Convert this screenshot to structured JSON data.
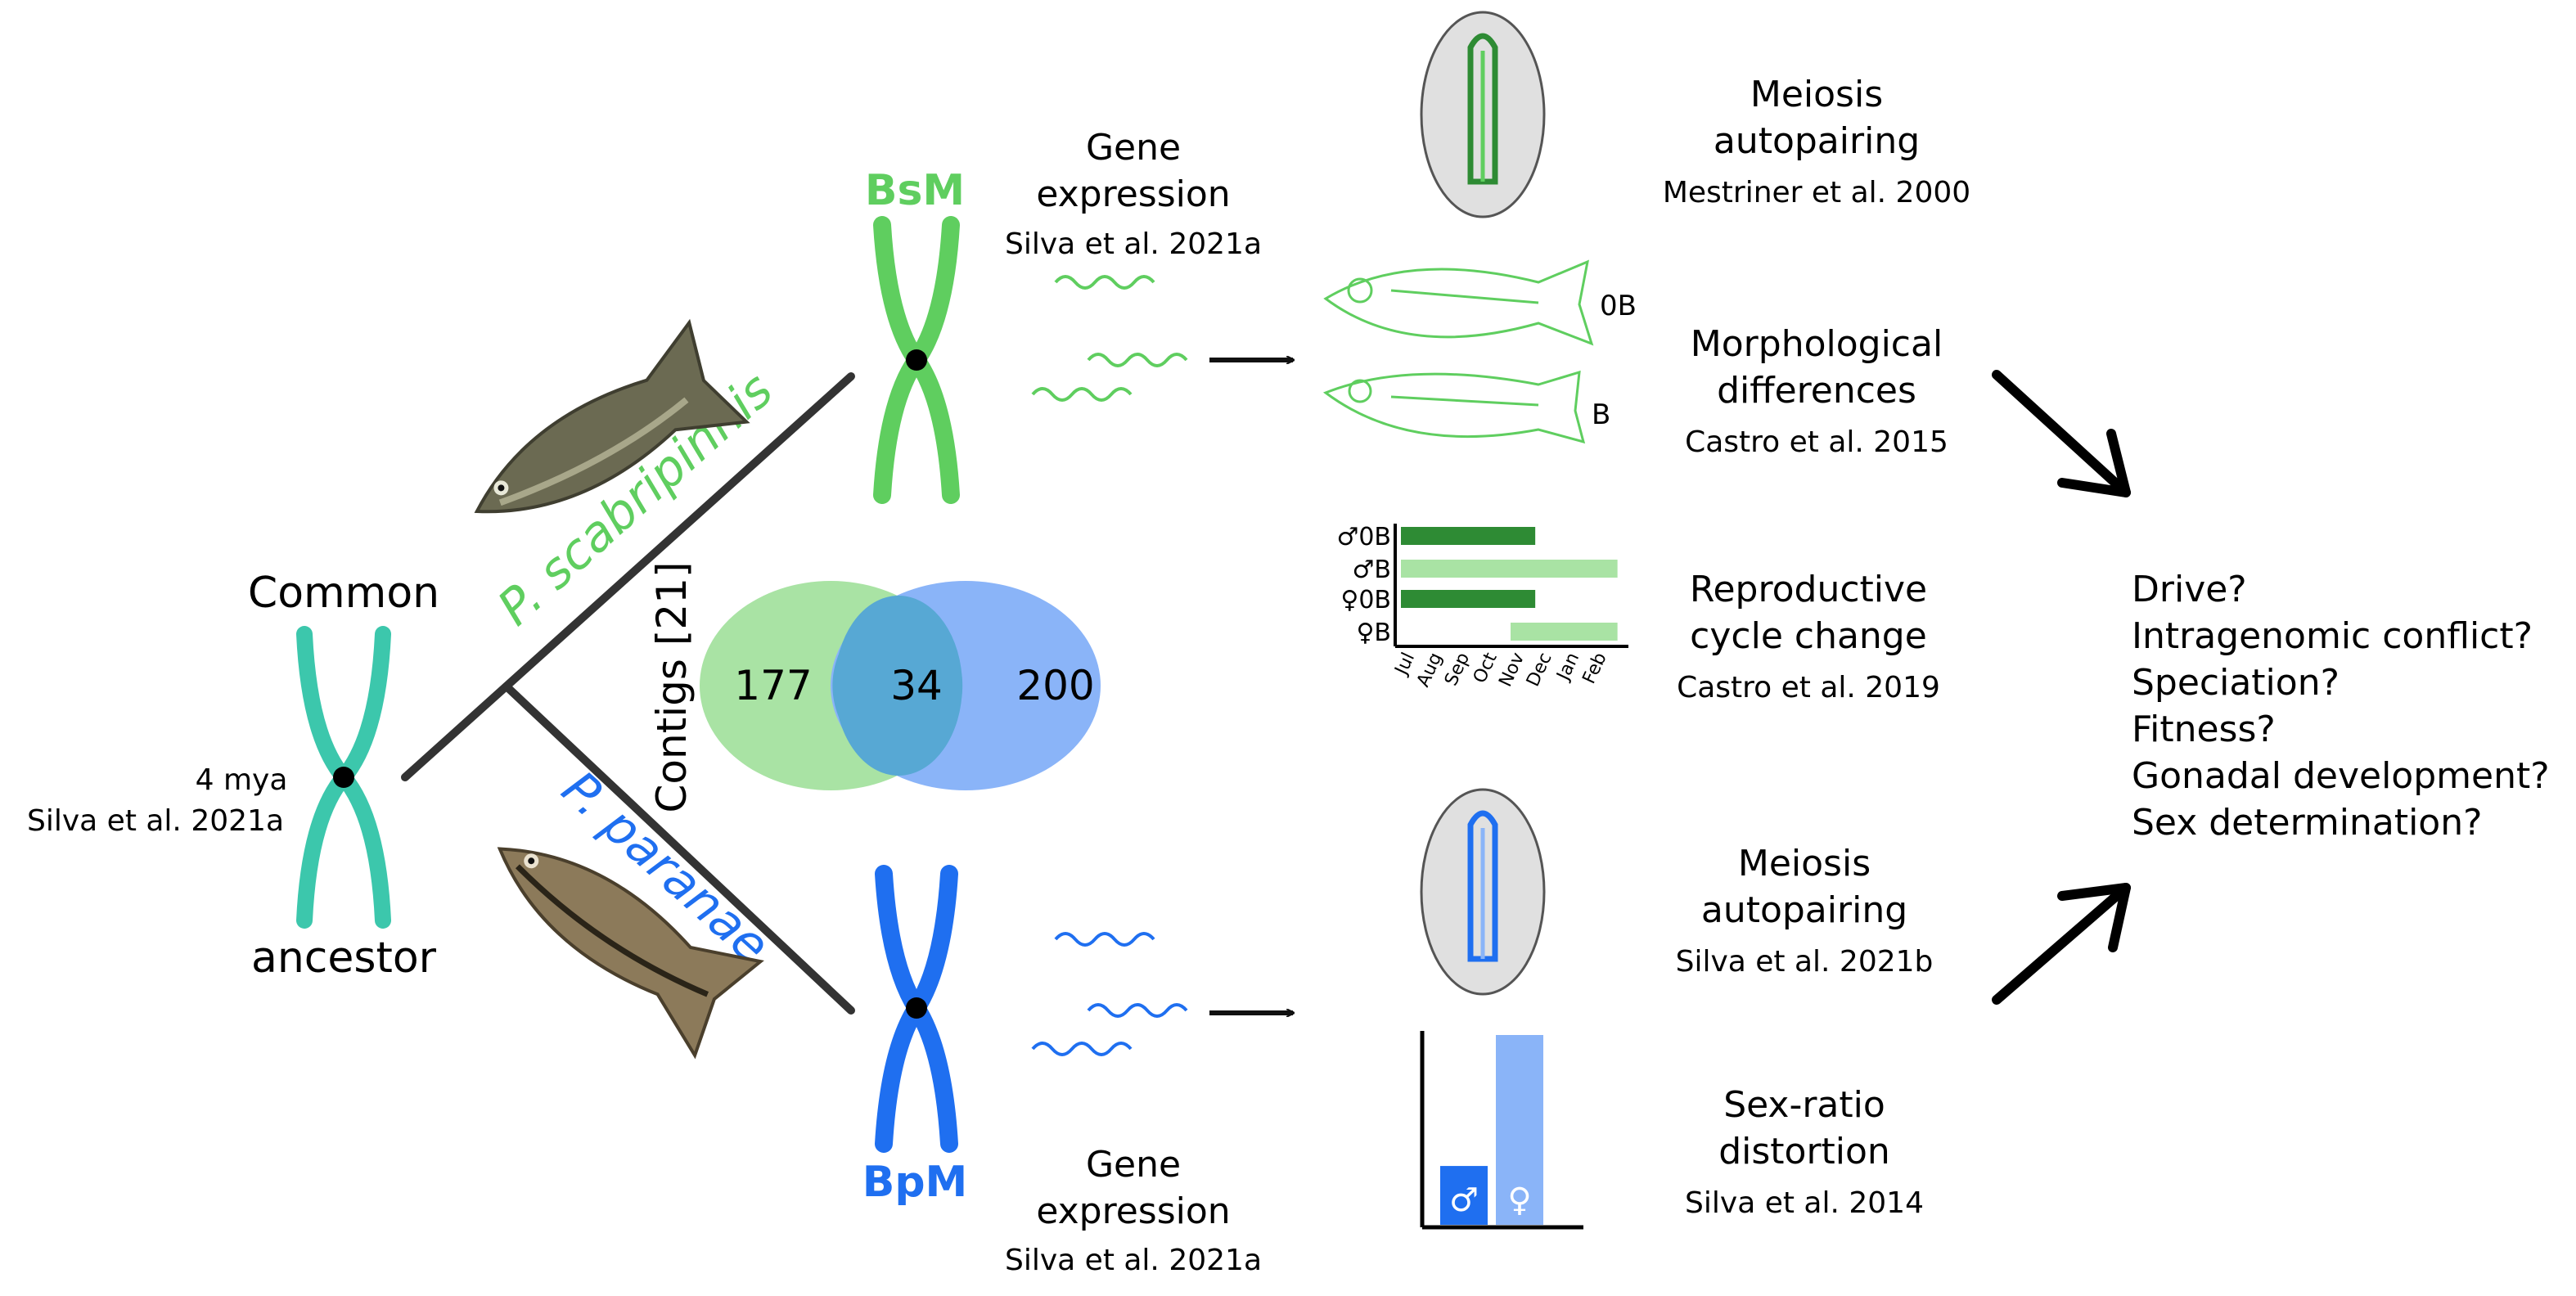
{
  "colors": {
    "teal": "#3cc7ac",
    "green": "#5fce5f",
    "green_light": "#a9e3a4",
    "green_dark": "#2e8b34",
    "blue": "#1f6ff0",
    "blue_light": "#8ab4f8",
    "overlap": "#57a8d4",
    "dark": "#333333"
  },
  "ancestor": {
    "label_top": "Common",
    "label_bottom": "ancestor",
    "age": "4 mya",
    "age_ref": "Silva et al. 2021a"
  },
  "branches": {
    "upper_species": "P. scabripinnis",
    "lower_species": "P. paranae"
  },
  "venn": {
    "axis_label": "Contigs [21]",
    "left_value": "177",
    "overlap_value": "34",
    "right_value": "200"
  },
  "bsm": {
    "label": "BsM",
    "gene_expression_line1": "Gene",
    "gene_expression_line2": "expression",
    "gene_expression_ref": "Silva et al. 2021a"
  },
  "bpm": {
    "label": "BpM",
    "gene_expression_line1": "Gene",
    "gene_expression_line2": "expression",
    "gene_expression_ref": "Silva et al. 2021a"
  },
  "effects": {
    "meiosis_top": {
      "line1": "Meiosis",
      "line2": "autopairing",
      "ref": "Mestriner et al. 2000"
    },
    "morphology": {
      "line1": "Morphological",
      "line2": "differences",
      "ref": "Castro et al. 2015",
      "fish_labels": [
        "0B",
        "B"
      ]
    },
    "reproductive": {
      "line1": "Reproductive",
      "line2": "cycle change",
      "ref": "Castro et al. 2019"
    },
    "meiosis_bottom": {
      "line1": "Meiosis",
      "line2": "autopairing",
      "ref": "Silva et al. 2021b"
    },
    "sex_ratio": {
      "line1": "Sex-ratio",
      "line2": "distortion",
      "ref": "Silva et al. 2014",
      "male_symbol": "♂",
      "female_symbol": "♀"
    }
  },
  "chart_data": {
    "type": "bar",
    "orientation": "horizontal",
    "categories": [
      "Jul",
      "Aug",
      "Sep",
      "Oct",
      "Nov",
      "Dec",
      "Jan",
      "Feb"
    ],
    "series": [
      {
        "name": "♂0B",
        "start": "Jul",
        "end": "Nov"
      },
      {
        "name": "♂B",
        "start": "Jul",
        "end": "Feb"
      },
      {
        "name": "♀0B",
        "start": "Jul",
        "end": "Nov"
      },
      {
        "name": "♀B",
        "start": "Nov",
        "end": "Feb"
      }
    ]
  },
  "sex_ratio_chart": {
    "male_fraction": 0.31,
    "female_fraction": 1.0
  },
  "outcomes": [
    "Drive?",
    "Intragenomic conflict?",
    "Speciation?",
    "Fitness?",
    "Gonadal development?",
    "Sex determination?"
  ]
}
